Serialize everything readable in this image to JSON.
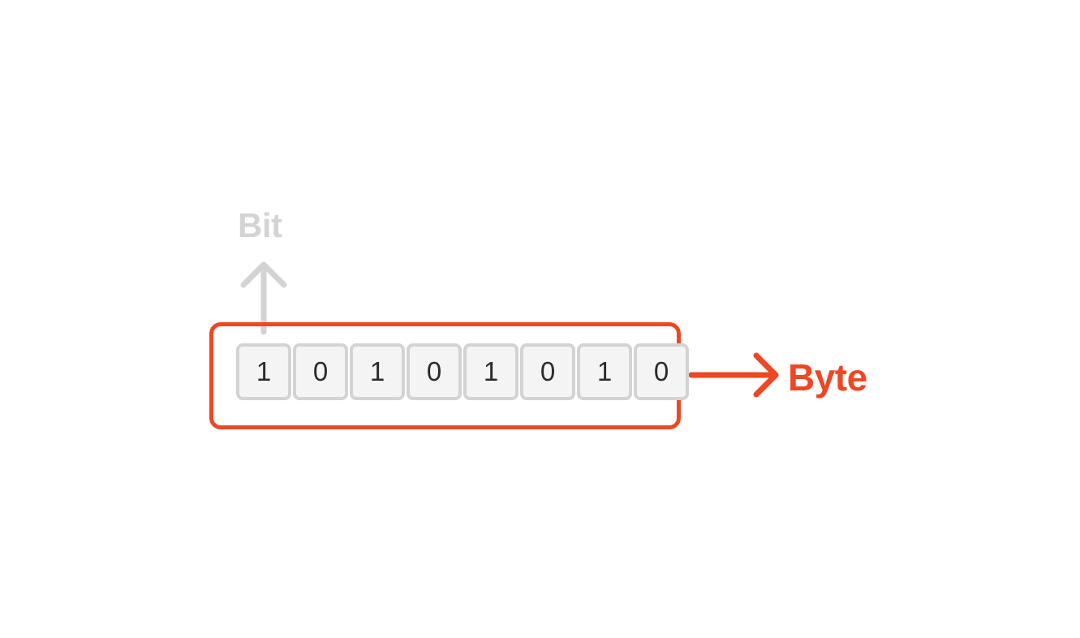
{
  "labels": {
    "bit": "Bit",
    "byte": "Byte"
  },
  "bits": [
    "1",
    "0",
    "1",
    "0",
    "1",
    "0",
    "1",
    "0"
  ],
  "colors": {
    "accent": "#ef4623",
    "muted": "#d3d3d3",
    "cell_fill": "#f4f4f4",
    "digit": "#2b2b2b"
  }
}
